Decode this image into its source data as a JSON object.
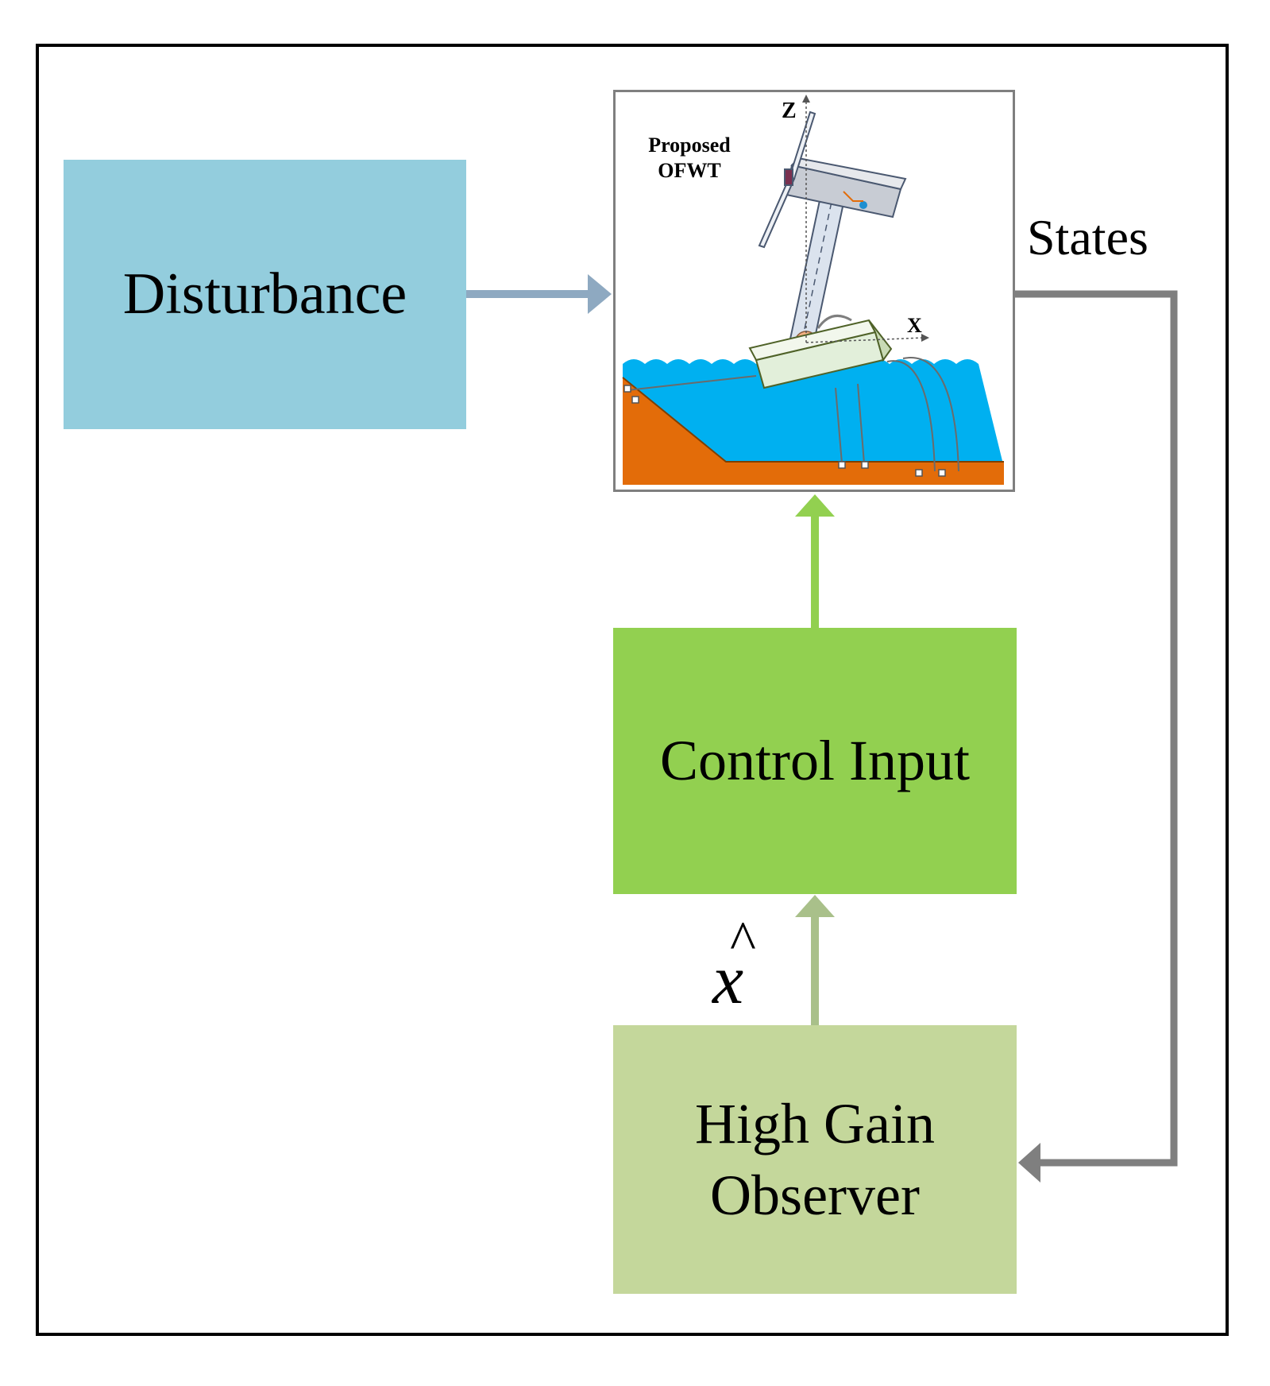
{
  "blocks": {
    "disturbance": "Disturbance",
    "control_input": "Control Input",
    "observer_line1": "High Gain",
    "observer_line2": "Observer"
  },
  "labels": {
    "states": "States",
    "x_hat": "x"
  },
  "plant": {
    "title_line1": "Proposed",
    "title_line2": "OFWT",
    "axis_z": "Z",
    "axis_x": "X"
  },
  "colors": {
    "disturbance": "#93cddd",
    "control_input": "#92d050",
    "observer": "#c4d79b",
    "sea": "#00b0f0",
    "seabed": "#e36c09",
    "arrow_disturbance": "#8ea9c1",
    "arrow_feedback": "#7f7f7f"
  }
}
